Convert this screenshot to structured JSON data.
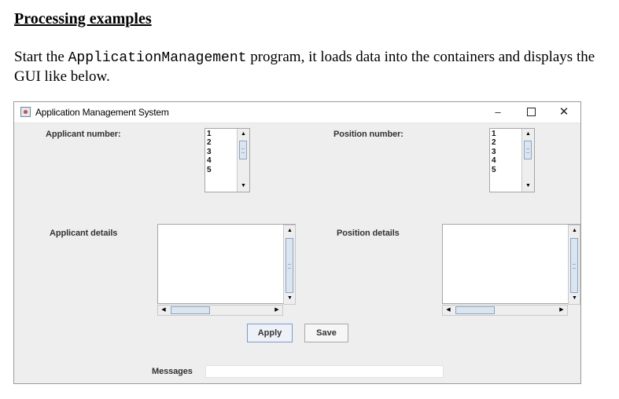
{
  "document": {
    "heading": "Processing examples",
    "para_before": "Start the ",
    "program_name": "ApplicationManagement",
    "para_after": " program, it loads data into the containers and displays the GUI like below."
  },
  "window": {
    "title": "Application Management System",
    "minimize_glyph": "–",
    "close_glyph": "✕",
    "icon": "java-app-icon"
  },
  "applicant_number": {
    "label": "Applicant number:",
    "items": [
      "1",
      "2",
      "3",
      "4",
      "5"
    ]
  },
  "position_number": {
    "label": "Position number:",
    "items": [
      "1",
      "2",
      "3",
      "4",
      "5"
    ]
  },
  "applicant_details": {
    "label": "Applicant details",
    "value": ""
  },
  "position_details": {
    "label": "Position details",
    "value": ""
  },
  "buttons": {
    "apply": "Apply",
    "save": "Save"
  },
  "messages": {
    "label": "Messages",
    "value": ""
  },
  "scroll_glyphs": {
    "up": "▲",
    "down": "▼",
    "left": "◀",
    "right": "▶"
  },
  "colors": {
    "window_bg": "#eeeeee",
    "thumb": "#dbe5f0",
    "thumb_border": "#8aa6c4"
  }
}
